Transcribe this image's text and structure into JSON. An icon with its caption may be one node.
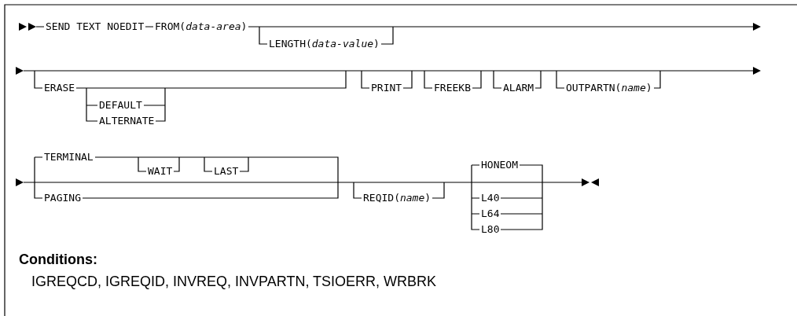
{
  "diagram": {
    "labels": [
      "SEND TEXT NOEDIT",
      "FROM(*data-area*)",
      "LENGTH(*data-value*)",
      "ERASE",
      "DEFAULT",
      "ALTERNATE",
      "PRINT",
      "FREEKB",
      "ALARM",
      "OUTPARTN(*name*)",
      "TERMINAL",
      "WAIT",
      "LAST",
      "PAGING",
      "REQID(*name*)",
      "HONEOM",
      "L40",
      "L64",
      "L80",
      "Conditions:",
      "IGREQCD, IGREQID, INVREQ, INVPARTN, TSIOERR, WRBRK"
    ]
  }
}
